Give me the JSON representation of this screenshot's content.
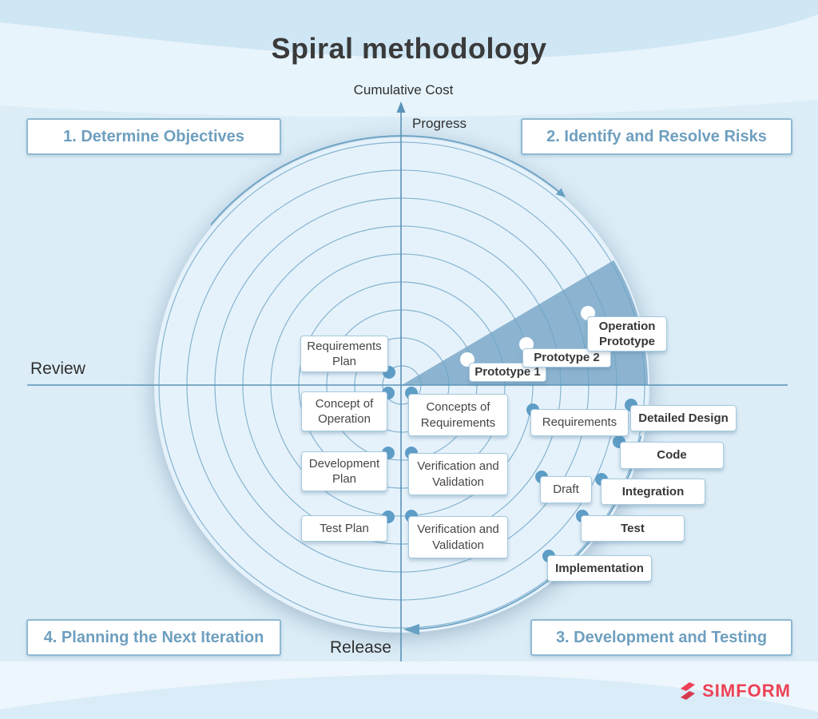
{
  "title": "Spiral methodology",
  "axes": {
    "vertical_top": "Cumulative Cost",
    "vertical_sub": "Progress",
    "horizontal_left": "Review",
    "vertical_bottom": "Release"
  },
  "quadrants": {
    "q1": "1. Determine Objectives",
    "q2": "2. Identify and Resolve Risks",
    "q3": "3. Development and Testing",
    "q4": "4. Planning the Next Iteration"
  },
  "stages": {
    "requirements_plan": "Requirements Plan",
    "concept_of_operation": "Concept of Operation",
    "development_plan": "Development Plan",
    "test_plan": "Test Plan",
    "concepts_of_requirements": "Concepts of Requirements",
    "verification_validation_1": "Verification and Validation",
    "verification_validation_2": "Verification and Validation",
    "requirements": "Requirements",
    "detailed_design": "Detailed Design",
    "code": "Code",
    "draft": "Draft",
    "integration": "Integration",
    "test": "Test",
    "implementation": "Implementation",
    "prototype_1": "Prototype 1",
    "prototype_2": "Prototype 2",
    "operation_prototype": "Operation Prototype"
  },
  "logo": {
    "text": "SIMFORM"
  },
  "colors": {
    "background": "#dcedf7",
    "disc_fill": "#e6f2fb",
    "ring_stroke": "#6fa5c6",
    "wedge_blue": "#8cb4d0",
    "accent_label_blue": "#6e9fbf",
    "dot_blue": "#5e9dc6",
    "logo_red": "#ee4155"
  }
}
